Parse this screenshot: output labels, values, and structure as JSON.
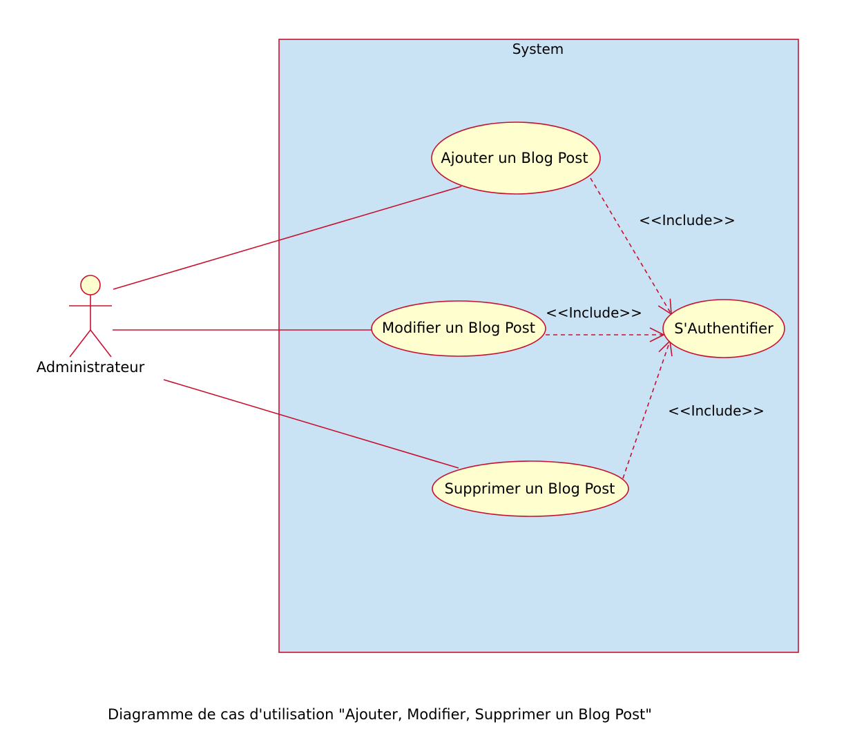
{
  "system": {
    "title": "System"
  },
  "actor": {
    "name": "Administrateur"
  },
  "use_cases": {
    "add": "Ajouter un Blog Post",
    "edit": "Modifier un Blog Post",
    "delete": "Supprimer un Blog Post",
    "auth": "S'Authentifier"
  },
  "relations": {
    "include_add": "<<Include>>",
    "include_edit": "<<Include>>",
    "include_delete": "<<Include>>"
  },
  "caption": "Diagramme de cas d'utilisation \"Ajouter, Modifier, Supprimer un Blog Post\"",
  "colors": {
    "system_fill": "#C9E2F4",
    "line": "#C8102E",
    "use_case_fill": "#FEFECE",
    "text": "#000000"
  }
}
